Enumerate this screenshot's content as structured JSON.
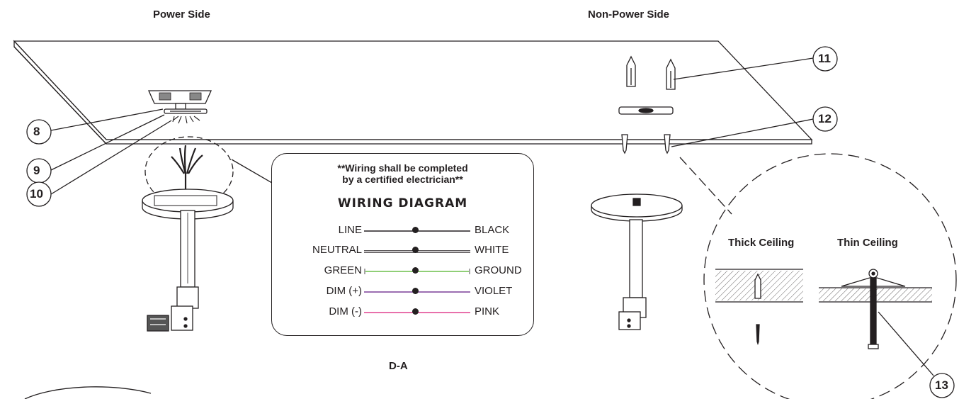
{
  "headers": {
    "power_side": "Power Side",
    "non_power_side": "Non-Power Side"
  },
  "callouts": [
    "8",
    "9",
    "10",
    "11",
    "12",
    "13"
  ],
  "wiring_box": {
    "note_line1": "**Wiring shall be completed",
    "note_line2": "by a certified electrician**",
    "title": "WIRING DIAGRAM",
    "rows": [
      {
        "left": "LINE",
        "right": "BLACK",
        "color": "#231f20"
      },
      {
        "left": "NEUTRAL",
        "right": "WHITE",
        "color": "#ffffff"
      },
      {
        "left": "GREEN",
        "right": "GROUND",
        "color": "#6cbf4a"
      },
      {
        "left": "DIM (+)",
        "right": "VIOLET",
        "color": "#7b3f98"
      },
      {
        "left": "DIM (-)",
        "right": "PINK",
        "color": "#e0418f"
      }
    ]
  },
  "detail": {
    "thick": "Thick Ceiling",
    "thin": "Thin Ceiling"
  },
  "figure_label": "D-A"
}
